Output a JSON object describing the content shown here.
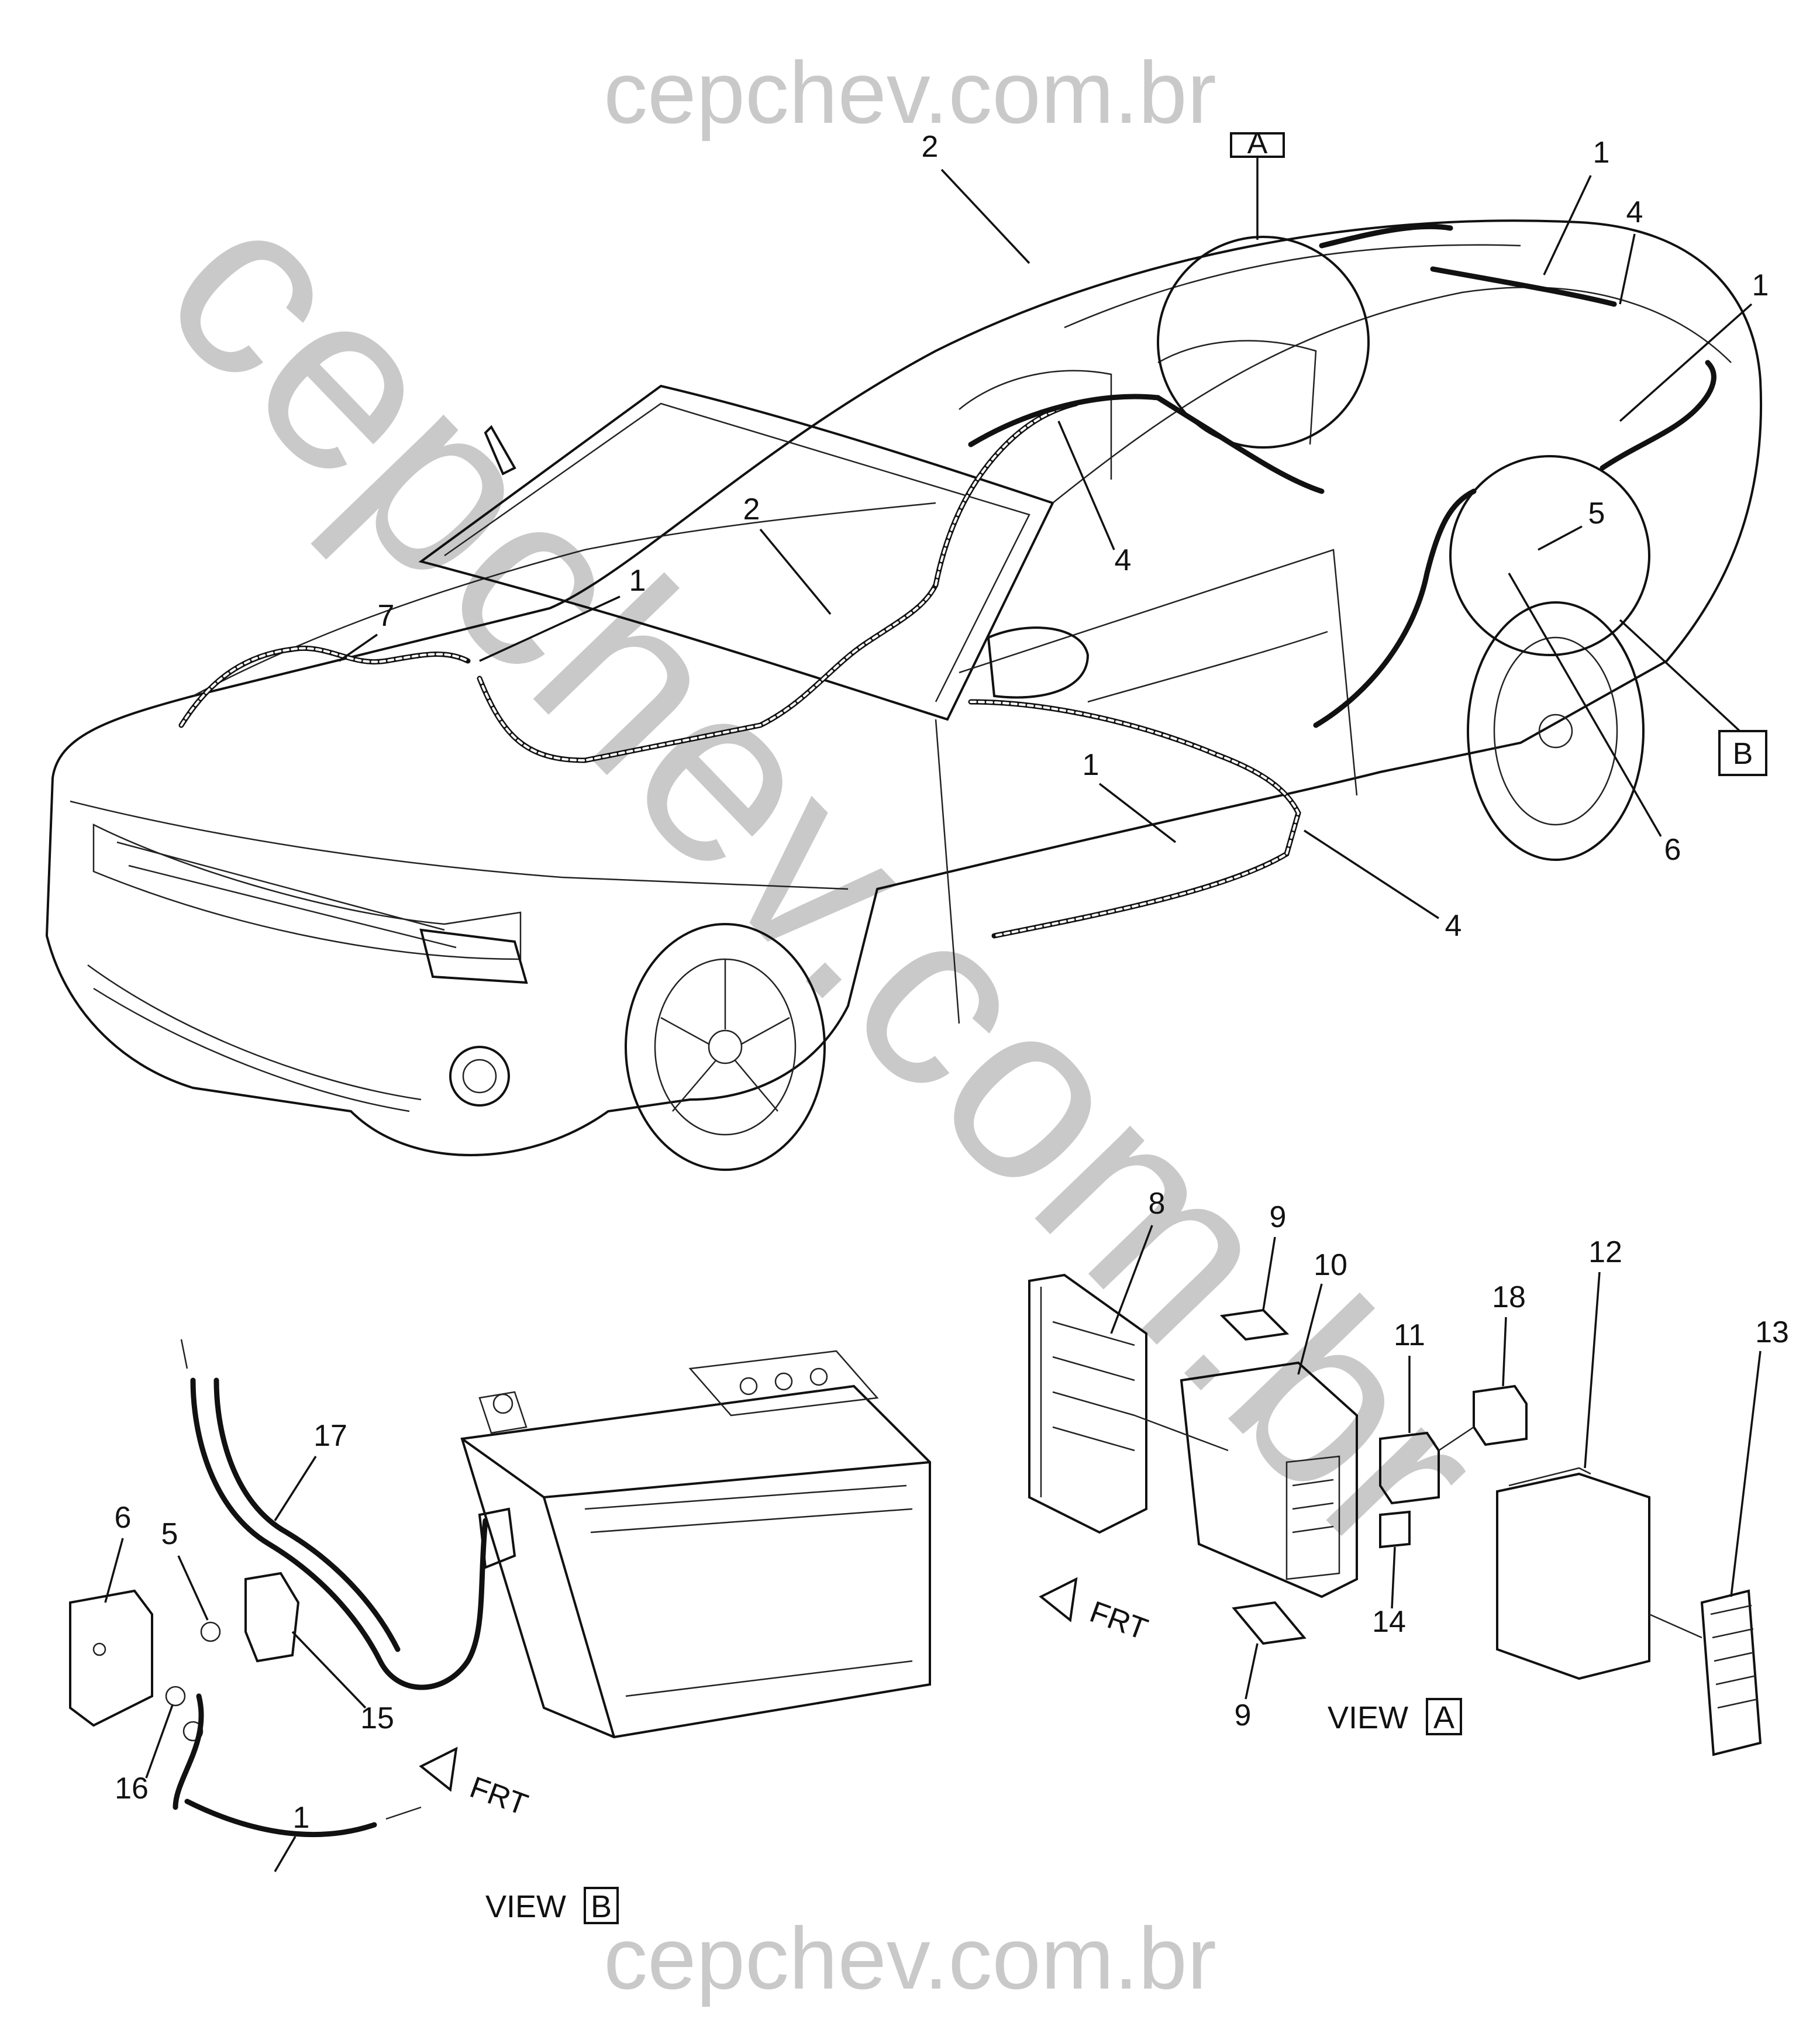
{
  "watermark": {
    "top": "cepchev.com.br",
    "bottom": "cepchev.com.br",
    "diagonal": "cepchev.com.br",
    "color": "#c9c9c9"
  },
  "views": {
    "a_prefix": "VIEW",
    "a_letter": "A",
    "b_prefix": "VIEW",
    "b_letter": "B",
    "detail_tag_b": "B",
    "detail_tag_a": "A"
  },
  "orientation": {
    "frt": "FRT"
  },
  "callouts": {
    "car": [
      "2",
      "1",
      "4",
      "1",
      "2",
      "1",
      "7",
      "4",
      "5",
      "6",
      "1",
      "4"
    ],
    "battery_view": [
      "6",
      "5",
      "17",
      "15",
      "16",
      "1"
    ],
    "fuse_view": [
      "8",
      "9",
      "10",
      "11",
      "18",
      "12",
      "13",
      "14",
      "9"
    ]
  }
}
